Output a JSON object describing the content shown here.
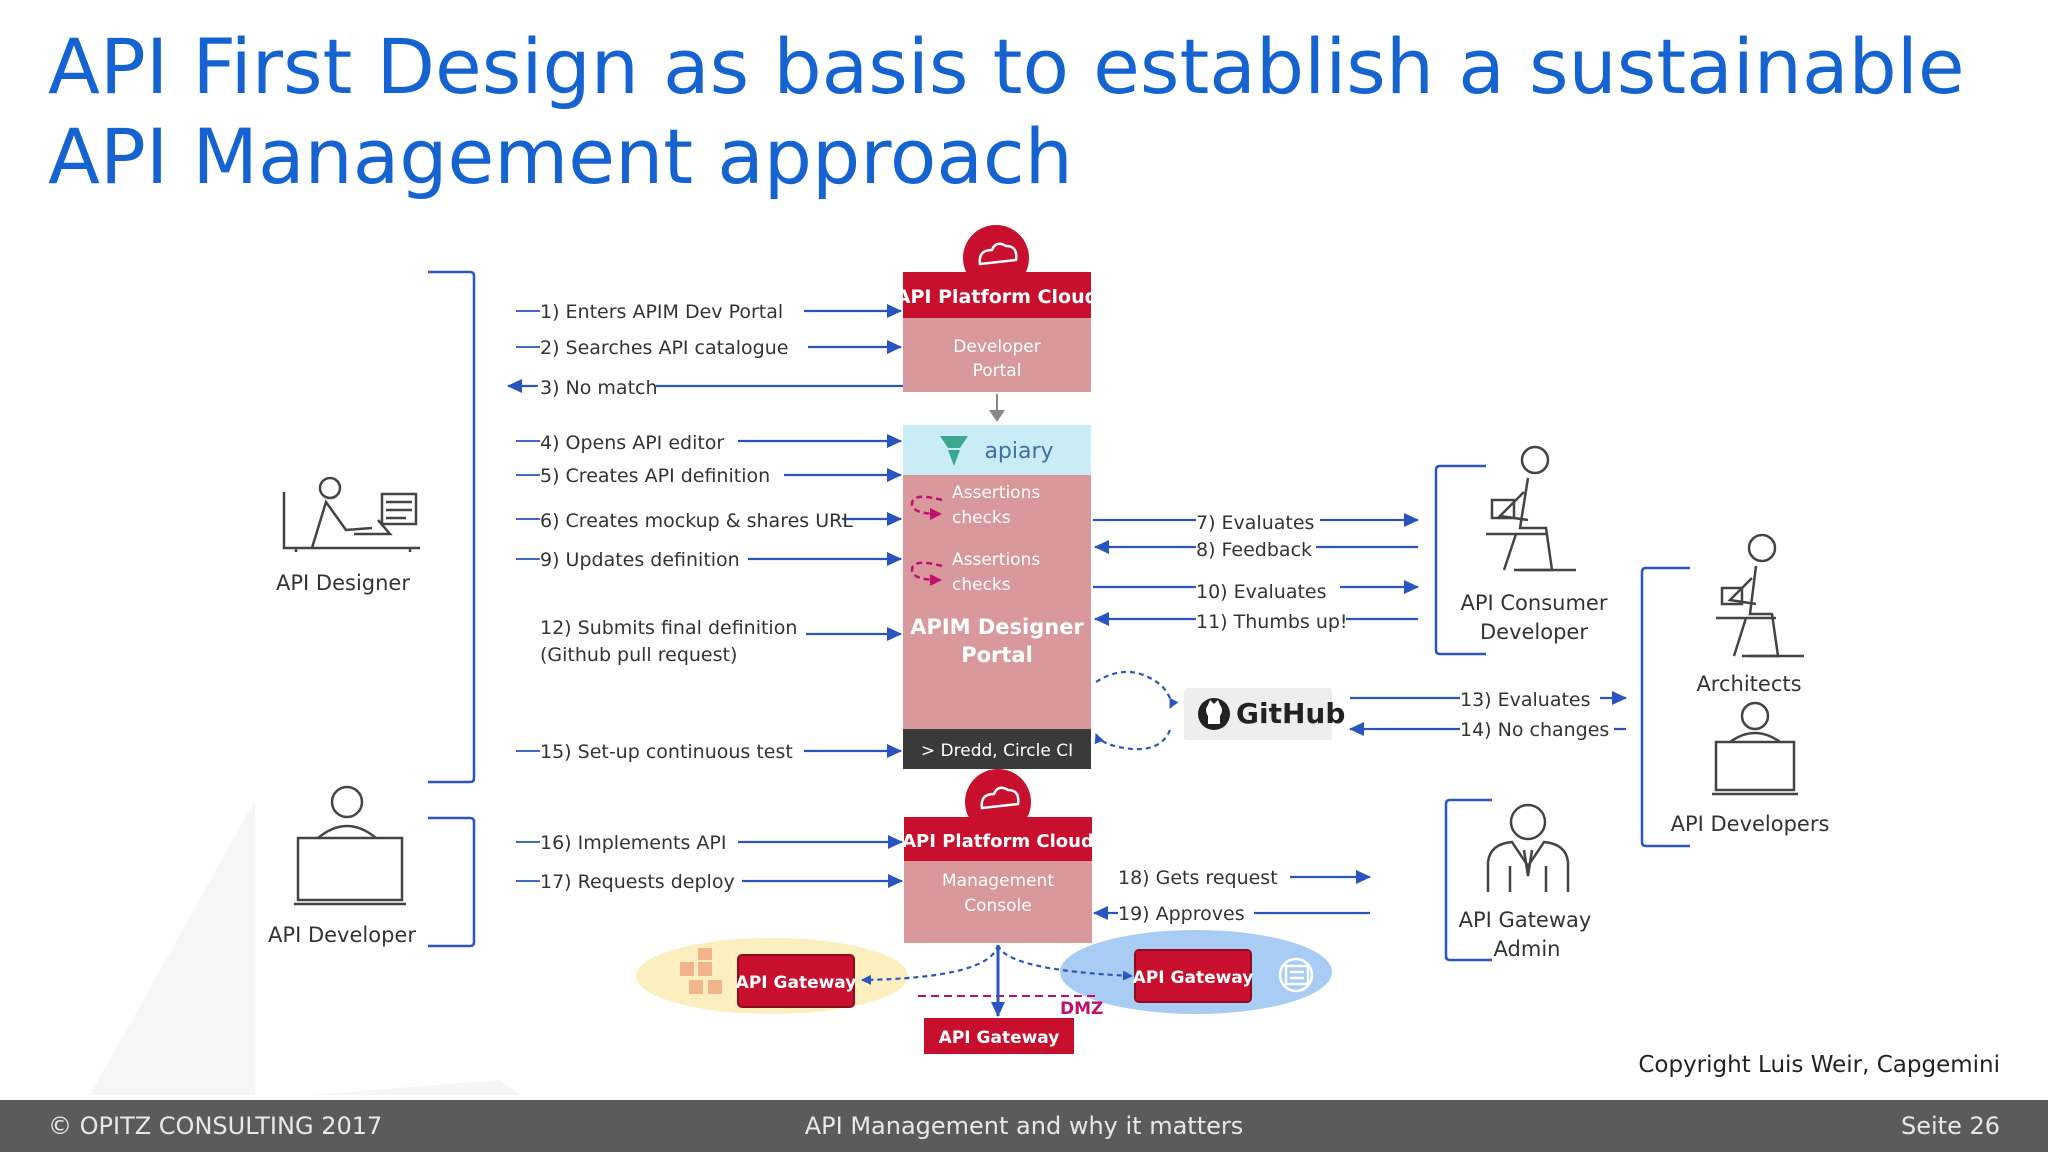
{
  "title": "API First Design as basis to establish a sustainable API Management approach",
  "colors": {
    "accent_blue": "#1463d0",
    "brand_red": "#c8102e",
    "panel_pink": "#d9989c",
    "arrow_blue": "#2a55c0",
    "dark": "#333333"
  },
  "actors": {
    "designer": "API Designer",
    "developer": "API Developer",
    "consumer_line1": "API Consumer",
    "consumer_line2": "Developer",
    "architects": "Architects",
    "api_developers": "API Developers",
    "gw_admin_line1": "API Gateway",
    "gw_admin_line2": "Admin"
  },
  "platform": {
    "header_top": "API Platform Cloud",
    "dev_portal_line1": "Developer",
    "dev_portal_line2": "Portal",
    "apiary": "apiary",
    "assert_line1": "Assertions",
    "assert_line2": "checks",
    "designer_portal_line1": "APIM Designer",
    "designer_portal_line2": "Portal",
    "ci_bar": "> Dredd, Circle CI",
    "header_bottom": "API Platform Cloud",
    "mgmt_line1": "Management",
    "mgmt_line2": "Console",
    "github": "GitHub",
    "gateway_left": "API Gateway",
    "gateway_right": "API Gateway",
    "gateway_bottom": "API Gateway",
    "dmz": "DMZ"
  },
  "steps": {
    "s1": "1) Enters APIM Dev Portal",
    "s2": "2) Searches API catalogue",
    "s3": "3) No match",
    "s4": "4) Opens API editor",
    "s5": "5) Creates API definition",
    "s6": "6) Creates mockup & shares URL",
    "s9": "9) Updates definition",
    "s12a": "12) Submits final definition",
    "s12b": "(Github pull request)",
    "s15": "15) Set-up continuous test",
    "s16": "16) Implements API",
    "s17": "17) Requests deploy",
    "s7": "7) Evaluates",
    "s8": "8) Feedback",
    "s10": "10) Evaluates",
    "s11": "11) Thumbs up!",
    "s13": "13) Evaluates",
    "s14": "14) No changes",
    "s18": "18) Gets request",
    "s19": "19) Approves"
  },
  "copyright": "Copyright Luis Weir, Capgemini",
  "footer": {
    "left": "© OPITZ CONSULTING 2017",
    "center": "API Management and why it matters",
    "right": "Seite 26"
  }
}
